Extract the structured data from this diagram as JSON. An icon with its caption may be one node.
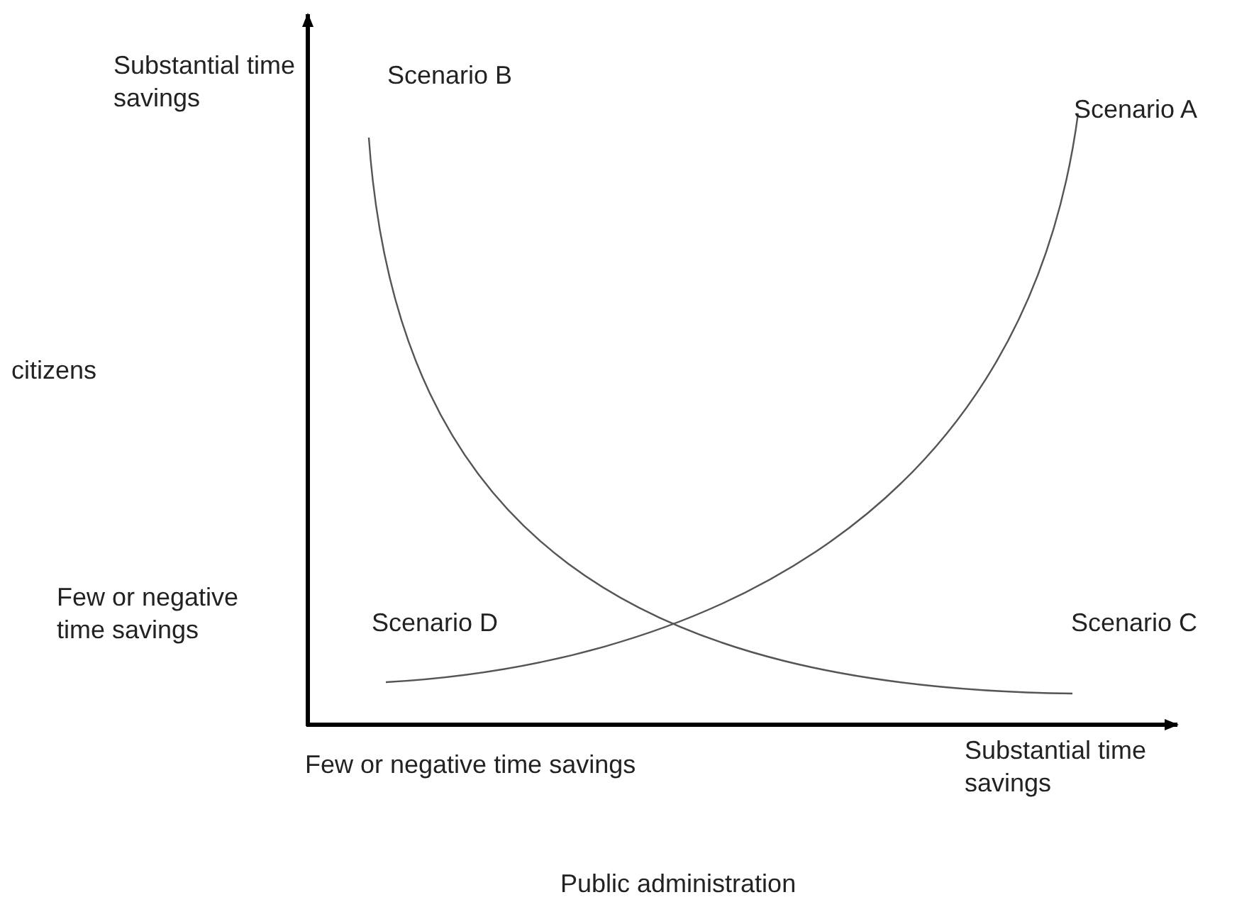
{
  "diagram": {
    "labels": [
      "Substantial time savings",
      "Scenario B",
      "Scenario A",
      "citizens",
      "Few or negative time savings",
      "Scenario D",
      "Scenario C",
      "Substantial time savings",
      "Few or negative time savings",
      "Public administration"
    ]
  }
}
